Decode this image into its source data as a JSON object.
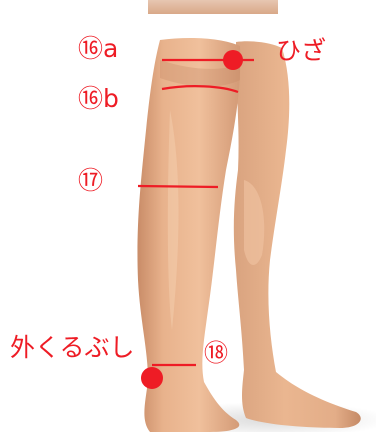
{
  "colors": {
    "marker": "#ee1c25",
    "skin": "#e9b48f",
    "skin_shadow": "#d29672",
    "background": "#ffffff"
  },
  "labels": {
    "point_16a": "⑯a",
    "point_16b": "⑯b",
    "point_17": "⑰",
    "point_18": "⑱",
    "knee": "ひざ",
    "outer_ankle": "外くるぶし"
  }
}
